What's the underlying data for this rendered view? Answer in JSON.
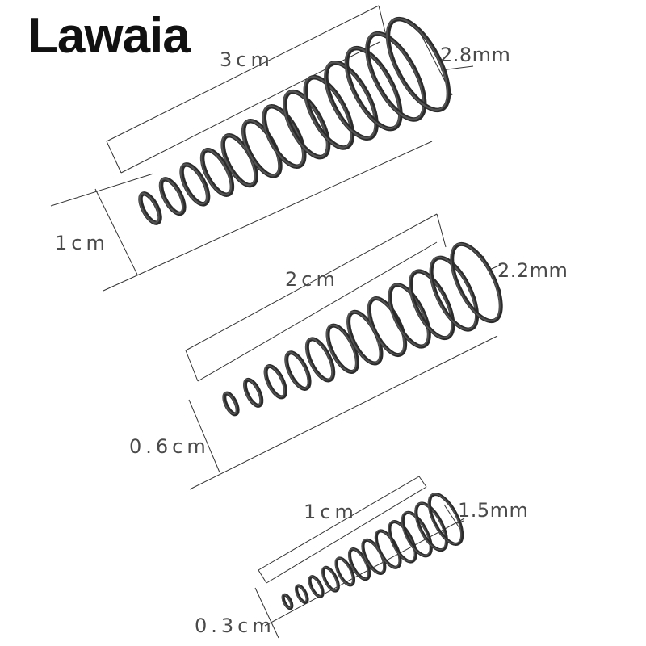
{
  "brand": {
    "name": "Lawaia"
  },
  "springs": [
    {
      "length_label": "3cm",
      "diameter_label": "1cm",
      "tip_label": "2.8mm"
    },
    {
      "length_label": "2cm",
      "diameter_label": "0.6cm",
      "tip_label": "2.2mm"
    },
    {
      "length_label": "1cm",
      "diameter_label": "0.3cm",
      "tip_label": "1.5mm"
    }
  ],
  "colors": {
    "background": "#ffffff",
    "brand_text": "#111111",
    "label_text": "#4a4a4a",
    "dimension_line": "#333333",
    "spring_metal": "#5a5a5a",
    "spring_shadow": "#2b2b2b"
  }
}
